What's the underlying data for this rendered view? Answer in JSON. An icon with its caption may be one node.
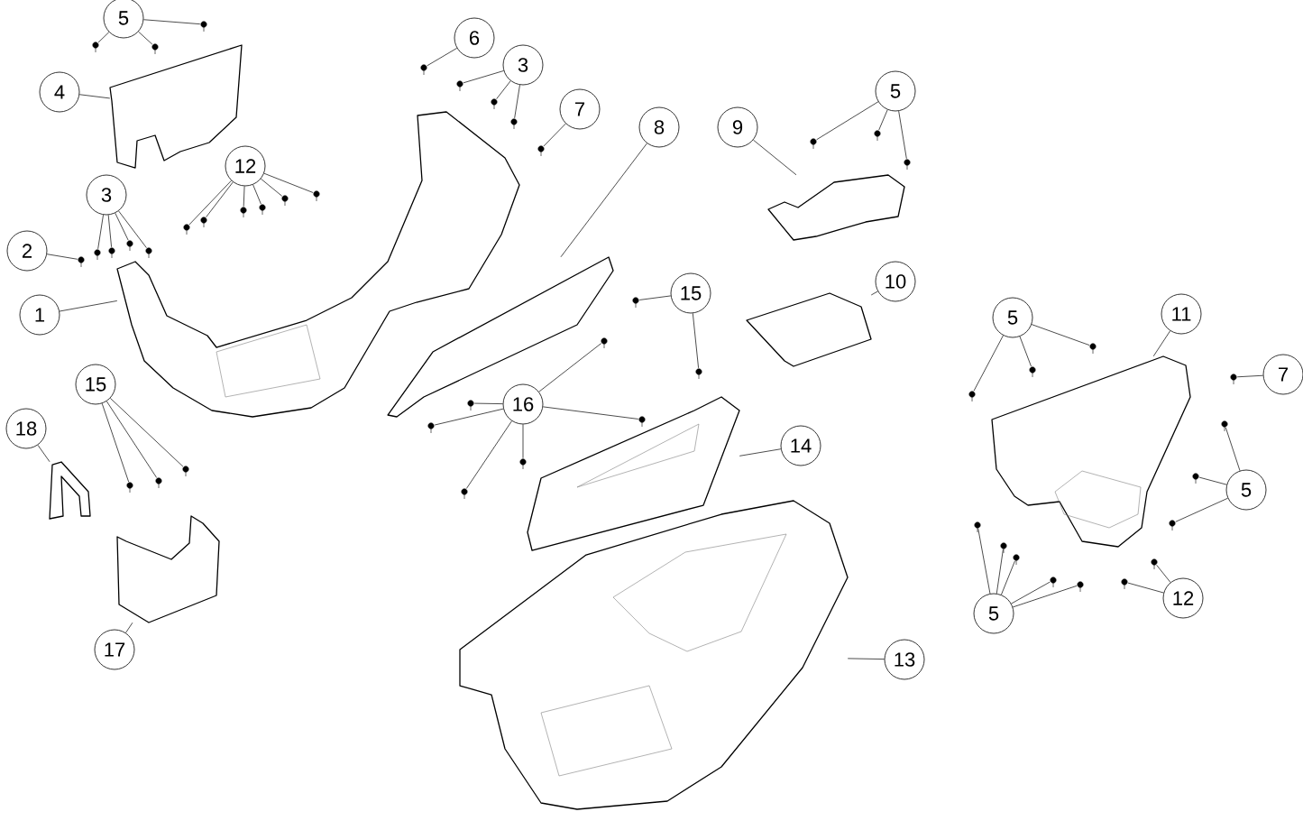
{
  "diagram": {
    "nodes": [
      {
        "text": [
          "5"
        ]
      },
      {
        "text": [
          "6"
        ]
      },
      {
        "text": [
          "3"
        ]
      },
      {
        "text": [
          "4"
        ]
      },
      {
        "text": [
          "5"
        ]
      },
      {
        "text": [
          "7"
        ]
      },
      {
        "text": [
          "8"
        ]
      },
      {
        "text": [
          "9"
        ]
      },
      {
        "text": [
          "12"
        ]
      },
      {
        "text": [
          "3"
        ]
      },
      {
        "text": [
          "2"
        ]
      },
      {
        "text": [
          "10"
        ]
      },
      {
        "text": [
          "15"
        ]
      },
      {
        "text": [
          "11"
        ]
      },
      {
        "text": [
          "1"
        ]
      },
      {
        "text": [
          "5"
        ]
      },
      {
        "text": [
          "7"
        ]
      },
      {
        "text": [
          "15"
        ]
      },
      {
        "text": [
          "16"
        ]
      },
      {
        "text": [
          "18"
        ]
      },
      {
        "text": [
          "14"
        ]
      },
      {
        "text": [
          "5"
        ]
      },
      {
        "text": [
          "12"
        ]
      },
      {
        "text": [
          "5"
        ]
      },
      {
        "text": [
          "17"
        ]
      },
      {
        "text": [
          "13"
        ]
      },
      {
        "text": [],
        "shape": "picture"
      },
      {
        "text": [],
        "shape": "picture"
      },
      {
        "text": [],
        "shape": "picture"
      },
      {
        "text": [],
        "shape": "picture"
      },
      {
        "text": [],
        "shape": "picture"
      },
      {
        "text": [],
        "shape": "picture"
      },
      {
        "text": [],
        "shape": "picture"
      },
      {
        "text": [],
        "shape": "picture"
      },
      {
        "text": [],
        "shape": "picture"
      },
      {
        "text": [],
        "shape": "picture"
      },
      {
        "text": [],
        "shape": "picture"
      },
      {
        "text": [],
        "shape": "picture"
      },
      {
        "text": [],
        "shape": "picture"
      },
      {
        "text": [],
        "shape": "picture"
      },
      {
        "text": [],
        "shape": "picture"
      },
      {
        "text": [],
        "shape": "picture"
      },
      {
        "text": [],
        "shape": "picture"
      },
      {
        "text": [],
        "shape": "picture"
      },
      {
        "text": [],
        "shape": "picture"
      },
      {
        "text": [],
        "shape": "picture"
      },
      {
        "text": [],
        "shape": "picture"
      },
      {
        "text": [],
        "shape": "picture"
      },
      {
        "text": [],
        "shape": "picture"
      },
      {
        "text": [],
        "shape": "picture"
      },
      {
        "text": [],
        "shape": "picture"
      },
      {
        "text": [],
        "shape": "picture"
      },
      {
        "text": [],
        "shape": "picture"
      },
      {
        "text": [],
        "shape": "picture"
      },
      {
        "text": [],
        "shape": "picture"
      },
      {
        "text": [],
        "shape": "picture"
      },
      {
        "text": [],
        "shape": "picture"
      },
      {
        "text": [],
        "shape": "picture"
      },
      {
        "text": [],
        "shape": "picture"
      },
      {
        "text": [],
        "shape": "picture"
      },
      {
        "text": [],
        "shape": "picture"
      },
      {
        "text": [],
        "shape": "picture"
      },
      {
        "text": [],
        "shape": "picture"
      },
      {
        "text": [],
        "shape": "picture"
      },
      {
        "text": [],
        "shape": "picture"
      },
      {
        "text": [],
        "shape": "picture"
      },
      {
        "text": [],
        "shape": "picture"
      },
      {
        "text": [],
        "shape": "picture"
      },
      {
        "text": [],
        "shape": "picture"
      },
      {
        "text": [],
        "shape": "picture"
      },
      {
        "text": [],
        "shape": "picture"
      },
      {
        "text": [],
        "shape": "picture"
      },
      {
        "text": [],
        "shape": "picture"
      },
      {
        "text": [],
        "shape": "picture"
      },
      {
        "text": [],
        "shape": "picture"
      },
      {
        "text": [],
        "shape": "picture"
      },
      {
        "text": [],
        "shape": "picture"
      },
      {
        "text": [],
        "shape": "picture"
      },
      {
        "text": [],
        "shape": "picture"
      },
      {
        "text": [],
        "shape": "picture"
      },
      {
        "text": [],
        "shape": "picture"
      },
      {
        "text": [],
        "shape": "picture"
      },
      {
        "text": [],
        "shape": "picture"
      }
    ],
    "edges": [
      {
        "from": 0,
        "to": 36,
        "arrow": "none"
      },
      {
        "from": 0,
        "to": 37,
        "arrow": "none"
      },
      {
        "from": 0,
        "to": 38,
        "arrow": "none"
      },
      {
        "from": 1,
        "to": 39,
        "arrow": "none"
      },
      {
        "from": 2,
        "to": 40,
        "arrow": "none"
      },
      {
        "from": 2,
        "to": 41,
        "arrow": "none"
      },
      {
        "from": 2,
        "to": 42,
        "arrow": "none"
      },
      {
        "from": 3,
        "to": 26,
        "arrow": "none"
      },
      {
        "from": 4,
        "to": 43,
        "arrow": "none"
      },
      {
        "from": 4,
        "to": 44,
        "arrow": "none"
      },
      {
        "from": 4,
        "to": 45,
        "arrow": "none"
      },
      {
        "from": 5,
        "to": 46,
        "arrow": "none"
      },
      {
        "from": 6,
        "to": 29,
        "arrow": "none"
      },
      {
        "from": 7,
        "to": 28,
        "arrow": "none"
      },
      {
        "from": 8,
        "to": 47,
        "arrow": "none"
      },
      {
        "from": 8,
        "to": 48,
        "arrow": "none"
      },
      {
        "from": 8,
        "to": 49,
        "arrow": "none"
      },
      {
        "from": 8,
        "to": 50,
        "arrow": "none"
      },
      {
        "from": 8,
        "to": 51,
        "arrow": "none"
      },
      {
        "from": 8,
        "to": 52,
        "arrow": "none"
      },
      {
        "from": 9,
        "to": 53,
        "arrow": "none"
      },
      {
        "from": 9,
        "to": 54,
        "arrow": "none"
      },
      {
        "from": 9,
        "to": 55,
        "arrow": "none"
      },
      {
        "from": 9,
        "to": 56,
        "arrow": "none"
      },
      {
        "from": 10,
        "to": 57,
        "arrow": "none"
      },
      {
        "from": 11,
        "to": 30,
        "arrow": "none"
      },
      {
        "from": 12,
        "to": 58,
        "arrow": "none"
      },
      {
        "from": 12,
        "to": 59,
        "arrow": "none"
      },
      {
        "from": 13,
        "to": 31,
        "arrow": "none"
      },
      {
        "from": 14,
        "to": 27,
        "arrow": "none"
      },
      {
        "from": 15,
        "to": 60,
        "arrow": "none"
      },
      {
        "from": 15,
        "to": 61,
        "arrow": "none"
      },
      {
        "from": 15,
        "to": 62,
        "arrow": "none"
      },
      {
        "from": 16,
        "to": 63,
        "arrow": "none"
      },
      {
        "from": 17,
        "to": 64,
        "arrow": "none"
      },
      {
        "from": 17,
        "to": 65,
        "arrow": "none"
      },
      {
        "from": 17,
        "to": 66,
        "arrow": "none"
      },
      {
        "from": 18,
        "to": 67,
        "arrow": "none"
      },
      {
        "from": 18,
        "to": 68,
        "arrow": "none"
      },
      {
        "from": 18,
        "to": 69,
        "arrow": "none"
      },
      {
        "from": 18,
        "to": 70,
        "arrow": "none"
      },
      {
        "from": 18,
        "to": 71,
        "arrow": "none"
      },
      {
        "from": 18,
        "to": 72,
        "arrow": "none"
      },
      {
        "from": 19,
        "to": 33,
        "arrow": "none"
      },
      {
        "from": 20,
        "to": 32,
        "arrow": "none"
      },
      {
        "from": 21,
        "to": 73,
        "arrow": "none"
      },
      {
        "from": 21,
        "to": 74,
        "arrow": "none"
      },
      {
        "from": 21,
        "to": 75,
        "arrow": "none"
      },
      {
        "from": 22,
        "to": 76,
        "arrow": "none"
      },
      {
        "from": 22,
        "to": 77,
        "arrow": "none"
      },
      {
        "from": 23,
        "to": 78,
        "arrow": "none"
      },
      {
        "from": 23,
        "to": 79,
        "arrow": "none"
      },
      {
        "from": 23,
        "to": 80,
        "arrow": "none"
      },
      {
        "from": 23,
        "to": 81,
        "arrow": "none"
      },
      {
        "from": 23,
        "to": 82,
        "arrow": "none"
      },
      {
        "from": 24,
        "to": 34,
        "arrow": "none"
      },
      {
        "from": 25,
        "to": 35,
        "arrow": "none"
      }
    ]
  }
}
